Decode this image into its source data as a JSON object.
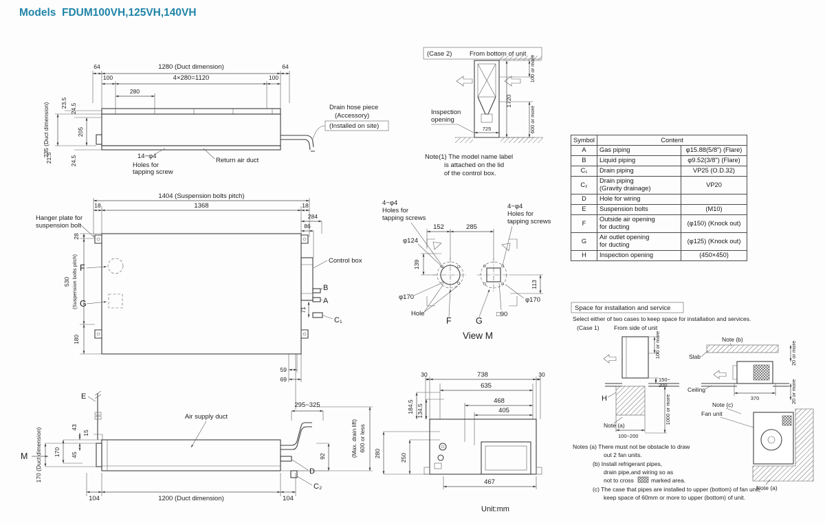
{
  "title": "Models  FDUM100VH,125VH,140VH",
  "unit_note": "Unit:mm",
  "top_view": {
    "dim_64_left": "64",
    "dim_1280": "1280 (Duct dimension)",
    "dim_64_right": "64",
    "dim_100_left": "100",
    "dim_1120": "4×280=1120",
    "dim_100_right": "100",
    "dim_280": "280",
    "dim_235": "235 (Duct dimension)",
    "dim_23_5": "23.5",
    "dim_24_5_top": "24.5",
    "dim_205": "205",
    "dim_21_5": "21.5",
    "dim_24_5_bot": "24.5",
    "holes_1": "14−φ4",
    "holes_2": "Holes for",
    "holes_3": "tapping screw",
    "return_air_duct": "Return air duct",
    "drain_1": "Drain hose piece",
    "drain_2": "(Accessory)",
    "drain_3": "(Installed on site)"
  },
  "case2": {
    "case_label": "(Case 2)",
    "from_label": "From bottom of unit",
    "dim_1720": "1720",
    "dim_725": "725",
    "dim_100_or_more": "100 or more",
    "dim_600_or_more": "600 or more",
    "inspection_1": "Inspection",
    "inspection_2": "opening",
    "note_1": "Note(1)  The model name label",
    "note_2": "is attached on the lid",
    "note_3": "of the control box."
  },
  "symbol_table": {
    "header_symbol": "Symbol",
    "header_content": "Content",
    "rows": [
      {
        "symbol": "A",
        "name": "Gas piping",
        "name2": "",
        "value": "φ15.88(5/8\") (Flare)"
      },
      {
        "symbol": "B",
        "name": "Liquid piping",
        "name2": "",
        "value": "φ9.52(3/8\") (Flare)"
      },
      {
        "symbol": "C₁",
        "name": "Drain piping",
        "name2": "",
        "value": "VP25 (O.D.32)"
      },
      {
        "symbol": "C₂",
        "name": "Drain piping",
        "name2": "(Gravity drainage)",
        "value": "VP20"
      },
      {
        "symbol": "D",
        "name": "Hole for wiring",
        "name2": "",
        "value": ""
      },
      {
        "symbol": "E",
        "name": "Suspension bolts",
        "name2": "",
        "value": "(M10)"
      },
      {
        "symbol": "F",
        "name": "Outside air opening",
        "name2": "for ducting",
        "value": "(φ150) (Knock out)"
      },
      {
        "symbol": "G",
        "name": "Air outlet opening",
        "name2": "for ducting",
        "value": "(φ125) (Knock out)"
      },
      {
        "symbol": "H",
        "name": "Inspection opening",
        "name2": "",
        "value": "(450×450)"
      }
    ]
  },
  "front_view": {
    "dim_1404": "1404 (Suspension bolts pitch)",
    "dim_18_left": "18",
    "dim_1368": "1368",
    "dim_18_right": "18",
    "dim_284": "284",
    "dim_86": "86",
    "hanger_1": "Hanger plate for",
    "hanger_2": "suspension bolt",
    "dim_28": "28",
    "dim_530": "530",
    "dim_530_note": "(Suspension bolts pitch)",
    "dim_180": "180",
    "label_f": "F",
    "label_g": "G",
    "control_box": "Control box",
    "label_b": "B",
    "label_a": "A",
    "label_c1": "C₁",
    "dim_71": "71",
    "dim_59": "59",
    "dim_69": "69"
  },
  "view_m": {
    "holes_l1": "4−φ4",
    "holes_l2": "Holes for",
    "holes_l3": "tapping screws",
    "holes_r1": "4−φ4",
    "holes_r2": "Holes for",
    "holes_r3": "tapping screws",
    "dim_152": "152",
    "dim_285": "285",
    "dim_phi124": "φ124",
    "dim_139": "139",
    "dim_phi170_l": "φ170",
    "hole_label": "Hole",
    "label_f": "F",
    "label_g": "G",
    "dim_sq90": "□90",
    "dim_phi170_r": "φ170",
    "dim_113": "113",
    "title": "View M"
  },
  "side_view": {
    "label_e": "E",
    "label_m": "M",
    "dim_170_duct": "170 (Duct dimension)",
    "dim_43": "43",
    "dim_15": "15",
    "dim_45": "45",
    "dim_170": "170",
    "air_supply_duct": "Air supply duct",
    "dim_104_l": "104",
    "dim_1200": "1200 (Duct dimension)",
    "dim_104_r": "104",
    "dim_295_325": "295~325",
    "max_drain_lift": "(Max. drain lift)",
    "dim_600_or_less": "600 or less",
    "dim_92": "92",
    "label_d": "D",
    "label_c2": "C₂"
  },
  "piping_view": {
    "dim_30_l": "30",
    "dim_738": "738",
    "dim_30_r": "30",
    "dim_635": "635",
    "dim_468": "468",
    "dim_405": "405",
    "dim_184_5": "184.5",
    "dim_134_5": "134.5",
    "dim_280": "280",
    "dim_250": "250",
    "dim_467": "467"
  },
  "install": {
    "box_title": "Space for installation and service",
    "intro": "Select either of two cases to keep space for installation and services.",
    "case1": "(Case 1)",
    "case1_from": "From side of unit",
    "note_b": "Note (b)",
    "slab": "Slab",
    "ceiling": "Ceiling",
    "note_a1": "Note (a)",
    "note_c": "Note (c)",
    "fan_unit": "Fan unit",
    "label_h": "H",
    "dim_100_or_more": "100 or more",
    "dim_150_200a": "150~",
    "dim_150_200b": "200",
    "dim_1000_or_more": "1000 or more",
    "dim_100_200": "100~200",
    "dim_370": "370",
    "dim_20_top": "20 or more",
    "dim_20_bot": "20 or more",
    "note_a2": "Note (a)",
    "notes_1": "Notes (a)  There must not be obstacle to draw",
    "notes_2": "out 2 fan units.",
    "notes_3": "(b)  Install refrigerant pipes,",
    "notes_4": "drain pipe,and wiring so as",
    "notes_5a": "not to cross",
    "notes_5b": "marked area.",
    "notes_6": "(c)  The case that pipes are installed to upper (bottom) of fan unit,",
    "notes_7": "keep space of 60mm or more to upper (bottom) of unit."
  }
}
